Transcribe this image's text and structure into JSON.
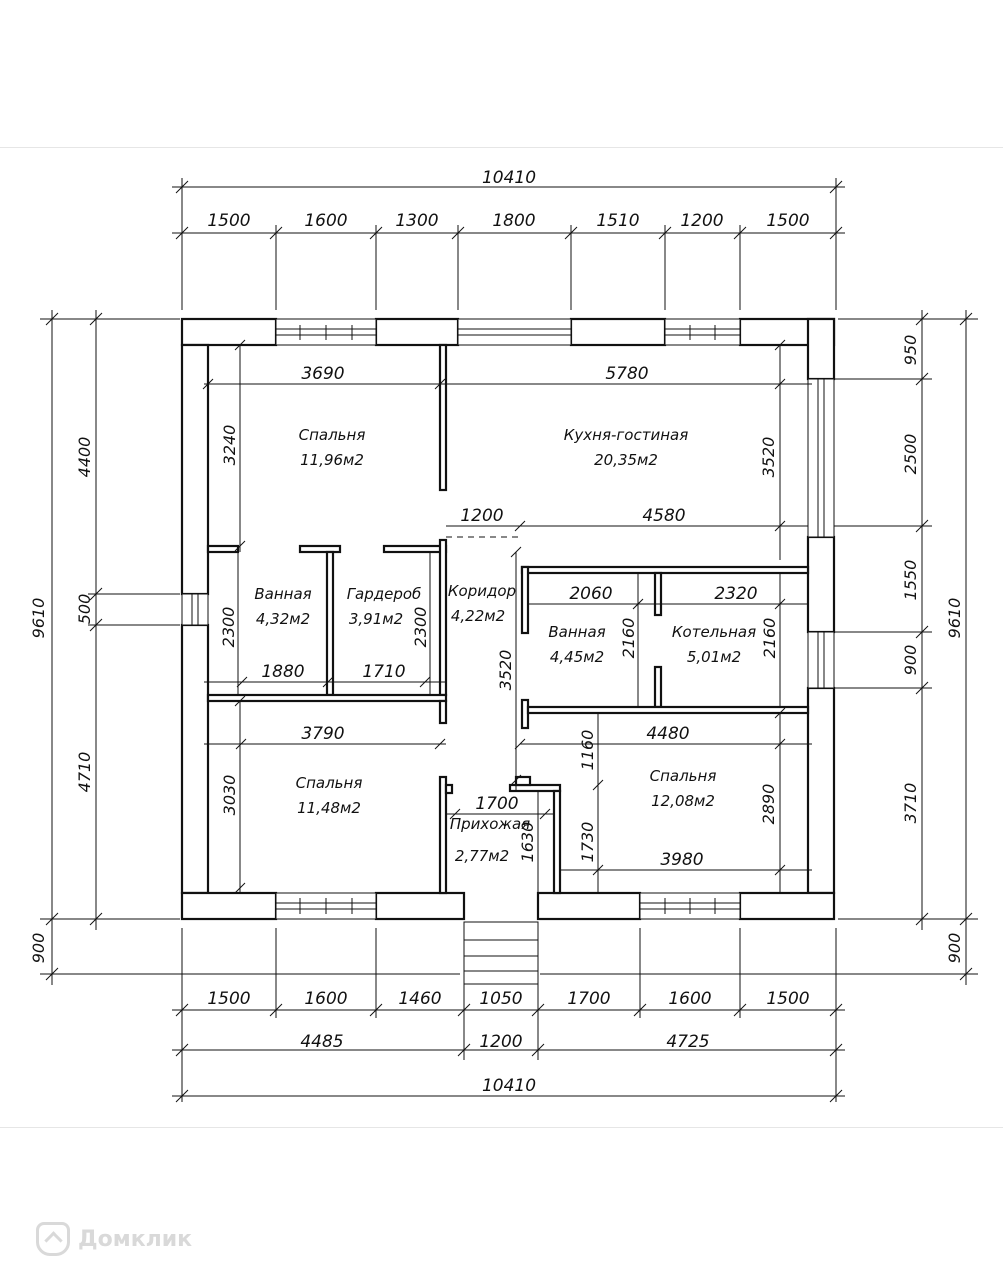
{
  "top_dims": {
    "overall": "10410",
    "segments": [
      "1500",
      "1600",
      "1300",
      "1800",
      "1510",
      "1200",
      "1500"
    ]
  },
  "bottom_dims": {
    "segments": [
      "1500",
      "1600",
      "1460",
      "1050",
      "1700",
      "1600",
      "1500"
    ],
    "groups": [
      "4485",
      "1200",
      "4725"
    ],
    "overall": "10410"
  },
  "left_dims": {
    "overall": "9610",
    "segments": [
      "4400",
      "500",
      "4710"
    ],
    "porch": "900"
  },
  "right_dims": {
    "overall": "9610",
    "segments": [
      "950",
      "2500",
      "1550",
      "900",
      "3710"
    ],
    "porch": "900"
  },
  "rooms": {
    "bedroom1": {
      "name": "Спальня",
      "area": "11,96м2",
      "width": "3690",
      "height": "3240"
    },
    "kitchen": {
      "name": "Кухня-гостиная",
      "area": "20,35м2",
      "width": "5780",
      "height": "3520",
      "sub_a": "1200",
      "sub_b": "4580"
    },
    "bath1": {
      "name": "Ванная",
      "area": "4,32м2",
      "height": "2300",
      "width": "1880"
    },
    "wardrobe": {
      "name": "Гардероб",
      "area": "3,91м2",
      "height": "2300",
      "width": "1710"
    },
    "corridor": {
      "name": "Коридор",
      "area": "4,22м2",
      "height": "3520"
    },
    "bath2": {
      "name": "Ванная",
      "area": "4,45м2",
      "width": "2060",
      "height": "2160"
    },
    "boiler": {
      "name": "Котельная",
      "area": "5,01м2",
      "width": "2320",
      "height": "2160"
    },
    "bedroom2": {
      "name": "Спальня",
      "area": "11,48м2",
      "width": "3790",
      "height": "3030"
    },
    "hall": {
      "name": "Прихожая",
      "area": "2,77м2",
      "width": "1700",
      "height": "1630"
    },
    "bedroom3": {
      "name": "Спальня",
      "area": "12,08м2",
      "width_top": "4480",
      "width_bottom": "3980",
      "height": "2890",
      "height_small_a": "1160",
      "height_small_b": "1730"
    }
  },
  "watermark": {
    "text": "Домклик"
  }
}
